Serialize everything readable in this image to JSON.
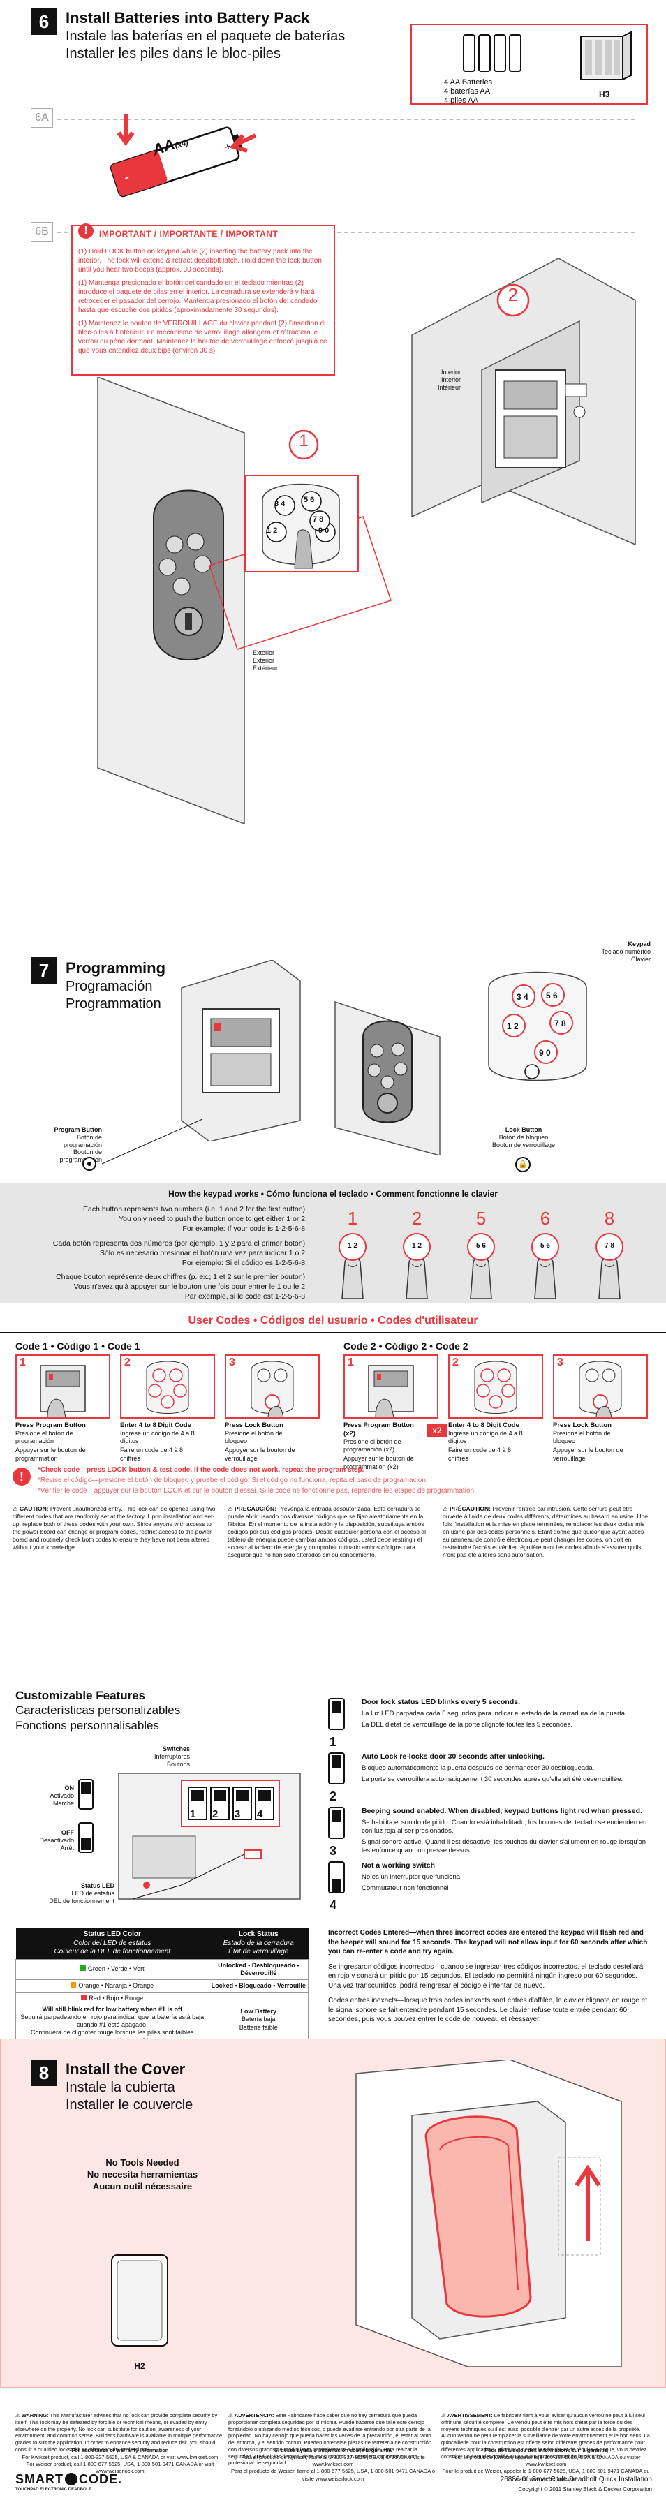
{
  "step6": {
    "num": "6",
    "title_en": "Install Batteries into Battery Pack",
    "title_es": "Instale las baterías en el paquete de baterías",
    "title_fr": "Installer les piles dans le bloc-piles",
    "batteries": [
      "4 AA Batteries",
      "4 baterías AA",
      "4 piles AA"
    ],
    "h3": "H3",
    "label_6a": "6A",
    "label_6b": "6B",
    "battery_text": "AA",
    "battery_x4": "(x4)",
    "important": "IMPORTANT / IMPORTANTE / IMPORTANT",
    "p1": "(1) Hold LOCK button on keypad while (2) inserting the battery pack into the interior. The lock will extend & retract deadbolt latch. Hold down the lock button until you hear two beeps (approx. 30 seconds).",
    "p2": "(1) Mantenga presionado el botón del candado en el teclado mientras (2) introduce el paquete de pilas en el interior. La cerradura se extenderá y hará retroceder el pasador del cerrojo. Mantenga presionado el botón del candado hasta que escuche dos pitidos (aproximadamente 30 segundos).",
    "p3": "(1) Maintenez le bouton de VERROUILLAGE du clavier pendant (2) l'insertion du bloc-piles à l'intérieur. Le mécanisme de verrouillage allongera et rétractera le verrou du pêne dormant. Maintenez le bouton de verrouillage enfoncé jusqu'à ce que vous entendiez deux bips (environ 30 s).",
    "interior": [
      "Interior",
      "Interior",
      "Intérieur"
    ],
    "exterior": [
      "Exterior",
      "Exterior",
      "Extérieur"
    ],
    "callout1": "1",
    "callout2": "2",
    "keys": [
      "3 4",
      "5 6",
      "7 8",
      "1 2",
      "9 0"
    ]
  },
  "step7": {
    "num": "7",
    "title_en": "Programming",
    "title_es": "Programación",
    "title_fr": "Programmation",
    "keypad_label": [
      "Keypad",
      "Teclado numérico",
      "Clavier"
    ],
    "program_button": [
      "Program Button",
      "Botón de programación",
      "Bouton de programmation"
    ],
    "lock_button": [
      "Lock Button",
      "Botón de bloqueo",
      "Bouton de verrouillage"
    ]
  },
  "keypad_works": {
    "header": "How the keypad works • Cómo funciona el teclado • Comment fonctionne le clavier",
    "en1": "Each button represents two numbers (i.e. 1 and 2 for the first button).",
    "en2": "You only need to push the button once to get either 1 or 2.",
    "en3": "For example: If your code is 1-2-5-6-8.",
    "es1": "Cada botón representa dos números (por ejemplo, 1 y 2 para el primer botón).",
    "es2": "Sólo es necesario presionar el botón una vez para indicar 1 o 2.",
    "es3": "Por ejemplo: Si el código es 1-2-5-6-8.",
    "fr1": "Chaque bouton représente deux chiffres (p. ex.; 1 et 2 sur le premier bouton).",
    "fr2": "Vous n'avez qu'à appuyer sur le bouton une fois pour entrer le 1 ou le 2.",
    "fr3": "Par exemple, si le code est 1-2-5-6-8.",
    "digits": [
      "1",
      "2",
      "5",
      "6",
      "8"
    ],
    "pressed": [
      "1 2",
      "1 2",
      "5 6",
      "5 6",
      "7 8"
    ]
  },
  "user_codes": {
    "header": "User Codes • Códigos del usuario • Codes d'utilisateur",
    "code1_title": "Code 1 • Código 1 • Code 1",
    "code2_title": "Code 2 • Código 2 • Code 2",
    "code1_steps": [
      {
        "n": "1",
        "en": "Press Program Button",
        "es": "Presione el botón de programación",
        "fr": "Appuyer sur le bouton de programmation"
      },
      {
        "n": "2",
        "en": "Enter 4 to 8 Digit Code",
        "es": "Ingrese un código de 4 a 8 dígitos",
        "fr": "Faire un code de 4 à 8 chiffres"
      },
      {
        "n": "3",
        "en": "Press Lock Button",
        "es": "Presione el botón de bloqueo",
        "fr": "Appuyer sur le bouton de verrouillage"
      }
    ],
    "code2_steps": [
      {
        "n": "1",
        "en": "Press Program Button (x2)",
        "es": "Presione el botón de programación (x2)",
        "fr": "Appuyer sur le bouton de programmation (x2)"
      },
      {
        "n": "2",
        "en": "Enter 4 to 8 Digit Code",
        "es": "Ingrese un código de 4 a 8 dígitos",
        "fr": "Faire un code de 4 à 8 chiffres"
      },
      {
        "n": "3",
        "en": "Press Lock Button",
        "es": "Presione el botón de bloqueo",
        "fr": "Appuyer sur le bouton de verrouillage"
      }
    ],
    "x2": "x2",
    "check_en": "*Check code—press LOCK button & test code. If the code does not work, repeat the program step.",
    "check_es": "*Revise el código—presione el botón de bloqueo y pruebe el código. Si el código no funciona, repita el paso de programación.",
    "check_fr": "*Vérifier le code—appuyer sur le bouton LOCK et sur le bouton d'essai. Si le code ne fonctionne pas, reprendre les étapes de programmation.",
    "caution_en_h": "CAUTION:",
    "caution_en": "Prevent unauthorized entry. This lock can be opened using two different codes that are randomly set at the factory. Upon installation and set-up, replace both of these codes with your own. Since anyone with access to the power board can change or program codes, restrict access to the power board and routinely check both codes to ensure they have not been altered without your knowledge.",
    "caution_es_h": "PRECAUCIÓN:",
    "caution_es": "Prevenga la entrada desautorizada. Esta cerradura se puede abrir usando dos diversos códigos que se fijan aleatoriamente en la fábrica. En el momento de la instalación y la disposición, substituya ambos códigos por sus códigos propios. Desde cualquier persona con el acceso al tablero de energía puede cambiar ambos códigos, usted debe restringir el acceso al tablero de energía y comprobar rutinario ambos códigos para asegurar que no han sido alterados sin su conocimiento.",
    "caution_fr_h": "PRÉCAUTION:",
    "caution_fr": "Prévenir l'entrée par intrusion. Cette serrure peut être ouverte à l'aide de deux codes différents, déterminés au hasard en usine. Une fois l'installation et la mise en place terminées, remplacer les deux codes mis en usine par des codes personnels. Étant donné que quiconque ayant accès au panneau de contrôle électronique peut changer les codes, on doit en restreindre l'accès et vérifier régulièrement les codes afin de s'assurer qu'ils n'ont pas été altérés sans autorisation."
  },
  "features": {
    "title_en": "Customizable Features",
    "title_es": "Características personalizables",
    "title_fr": "Fonctions personnalisables",
    "switches": [
      "Switches",
      "Interruptores",
      "Boutons"
    ],
    "on": [
      "ON",
      "Activado",
      "Marche"
    ],
    "off": [
      "OFF",
      "Desactivado",
      "Arrêt"
    ],
    "status_led": [
      "Status LED",
      "LED de estatus",
      "DEL de fonctionnement"
    ],
    "switch_nums": [
      "1",
      "2",
      "3",
      "4"
    ],
    "items": [
      {
        "n": "1",
        "en": "Door lock status LED blinks every 5 seconds.",
        "es": "La luz LED parpadea cada 5 segundos para indicar el estado de la cerradura de la puerta.",
        "fr": "La DEL d'état de verrouillage de la porte clignote toutes les 5 secondes."
      },
      {
        "n": "2",
        "en": "Auto Lock re-locks door 30 seconds after unlocking.",
        "es": "Bloqueo automáticamente la puerta después de permanecer 30 desbloqueada.",
        "fr": "La porte se verrouillera automatiquement 30 secondes après qu'elle ait été déverrouillée."
      },
      {
        "n": "3",
        "en": "Beeping sound enabled. When disabled, keypad buttons light red when pressed.",
        "es": "Se habilita el sonido de pitido. Cuando está inhabilitado, los botones del teclado se encienden en con luz roja al ser presionados.",
        "fr": "Signal sonore activé. Quand il est désactivé, les touches du clavier s'allument en rouge lorsqu'on les enfonce quand on presse dessus."
      },
      {
        "n": "4",
        "en": "Not a working switch",
        "es": "No es un interruptor que funciona",
        "fr": "Commutateur non fonctionnel"
      }
    ]
  },
  "status_table": {
    "h1": "Status LED Color",
    "h1_es": "Color del LED de estatus",
    "h1_fr": "Couleur de la DEL de fonctionnement",
    "h2": "Lock Status",
    "h2_es": "Estado de la cerradura",
    "h2_fr": "État de verrouillage",
    "rows": [
      {
        "c": "Green • Verde • Vert",
        "s": "Unlocked • Desbloqueado • Déverrouillé"
      },
      {
        "c": "Orange • Naranja • Orange",
        "s": "Locked • Bloqueado • Verrouillé"
      },
      {
        "c": "Red • Rojo • Rouge",
        "s": ""
      }
    ],
    "low_en": "Will still blink red for low battery when #1 is off",
    "low_es": "Seguirá parpadeando en rojo para indicar que la batería está baja cuando #1 esté apagado.",
    "low_fr": "Continuera de clignoter rouge lorsque les piles sont faibles (commutateur #1 est arrêt)",
    "low_s": [
      "Low Battery",
      "Batería baja",
      "Batterie faible"
    ]
  },
  "incorrect": {
    "en": "Incorrect Codes Entered—when three incorrect codes are entered the keypad will flash red and the beeper will sound for 15 seconds. The keypad will not allow input for 60 seconds after which you can re-enter a code and try again.",
    "es": "Se ingresaron códigos incorrectos—cuando se ingresan tres códigos incorrectos, el teclado destellará en rojo y sonará un pitido por 15 segundos. El teclado no permitirá ningún ingreso por 60 segundos. Una vez transcurridos, podrá reingresar el código e intentar de nuevo.",
    "fr": "Codes entrés inexacts—lorsque trois codes inexacts sont entrés d'affilée, le clavier clignote en rouge et le signal sonore se fait entendre pendant 15 secondes. Le clavier refuse toute entrée pendant 60 secondes, puis vous pouvez entrer le code de nouveau et réessayer."
  },
  "step8": {
    "num": "8",
    "title_en": "Install the Cover",
    "title_es": "Instale la cubierta",
    "title_fr": "Installer le couvercle",
    "tools": [
      "No Tools Needed",
      "No necesita herramientas",
      "Aucun outil nécessaire"
    ],
    "h2": "H2"
  },
  "footer": {
    "warn_en_h": "WARNING:",
    "warn_en": "This Manufacturer advises that no lock can provide complete security by itself. This lock may be defeated by forcible or technical means, or evaded by entry elsewhere on the property. No lock can substitute for caution, awareness of your environment, and common sense. Builder's hardware is available in multiple performance grades to suit the application. In order to enhance security and reduce risk, you should consult a qualified locksmith or other security professional.",
    "warn_es_h": "ADVERTENCIA:",
    "warn_es": "Este Fabricante hace saber que no hay cerradura que pueda proporcionar completa seguridad por sí misma. Puede hacerse que falle este cerrojo forzándolo o utilizando medios técnicos, o puede evadirse entrando por otra parte de la propiedad. No hay cerrojo que pueda hacer las veces de la precaución, el estar al tanto del entorno, y el sentido común. Pueden obtenerse piezas de ferretería de construcción con diversos grados de rendimiento para ajustarse a la aplicación. Para realzar la seguridad y reducir los riesgos, debe consultar con un cerrajero capacitado u otro profesional de seguridad.",
    "warn_fr_h": "AVERTISSEMENT:",
    "warn_fr": "Le fabricant tient à vous aviser qu'aucun verrou ne peut à lui seul offrir une sécurité complète. Ce verrou peut être mis hors d'état par la force ou des moyens techniques ou il est aussi possible d'entrer par un autre accès de la propriété. Aucun verrou ne peut remplacer la surveillance de votre environnement et le bon sens. La quincaillerie pour la construction est offerte selon différents grades de performance pour différentes applications. Afin d'augmenter la sécurité et de réduire le risque, vous devriez consulter un serrurier qualifié ou un autre professionnel de la sécurité.",
    "info_en": "For assistance or warranty information",
    "info_es": "Si desea ayuda o información sobre la garantía",
    "info_fr": "Pour de l'aide ou des informations sur la garantie",
    "kwikset_en": "For Kwikset product, call 1-800-327-5625, USA & CANADA or visit www.kwikset.com",
    "weiser_en": "For Weiser product, call 1-800-677-5625, USA, 1-800-501-9471 CANADA or visit www.weiserlock.com",
    "kwikset_es": "Para el producto de Kwikset, llame al 1-800-327-5625, USA & CANADA o visite www.kwikset.com",
    "weiser_es": "Para el producto de Weiser, llame al 1-800-677-5625, USA, 1-800-501-9471 CANADA o visite www.weiserlock.com",
    "kwikset_fr": "Pour le produit de Kwikset, appeler le 1-800-327-5625, USA & CANADA ou visiter www.kwikset.com",
    "weiser_fr": "Pour le produit de Weiser, appeler le 1-800-677-5625, USA, 1-800-501-9471 CANADA ou visiter www.weiserlock.com",
    "logo_top": "SMART",
    "logo_bottom": "CODE.",
    "logo_sub": "TOUCHPAD ELECTRONIC DEADBOLT",
    "doc": "26886-01 SmartCode Deadbolt Quick Installation",
    "copyright": "Copyright © 2011 Stanley Black & Decker Corporation"
  }
}
